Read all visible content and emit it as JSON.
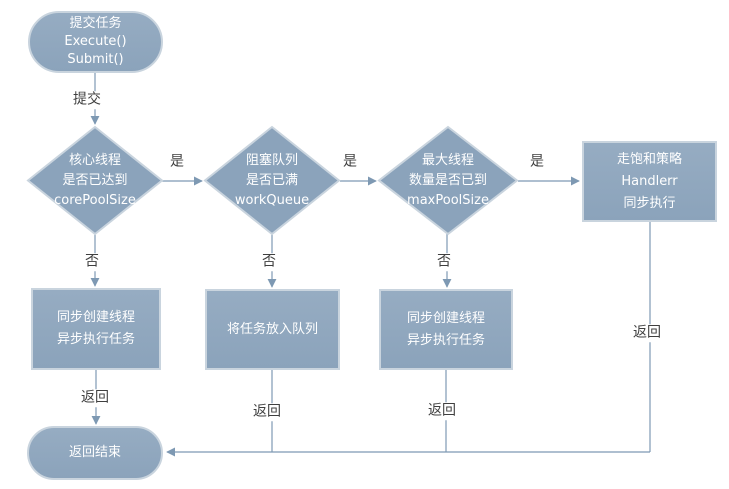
{
  "nodes": {
    "start": {
      "lines": [
        "提交任务",
        "Execute()",
        "Submit()"
      ]
    },
    "core": {
      "lines": [
        "核心线程",
        "是否已达到",
        "corePoolSize"
      ]
    },
    "queue": {
      "lines": [
        "阻塞队列",
        "是否已满",
        "workQueue"
      ]
    },
    "max": {
      "lines": [
        "最大线程",
        "数量是否已到",
        "maxPoolSize"
      ]
    },
    "saturation": {
      "lines": [
        "走饱和策略",
        "Handlerr",
        "同步执行"
      ]
    },
    "create1": {
      "lines": [
        "同步创建线程",
        "异步执行任务"
      ]
    },
    "enqueue": {
      "lines": [
        "将任务放入队列"
      ]
    },
    "create2": {
      "lines": [
        "同步创建线程",
        "异步执行任务"
      ]
    },
    "end": {
      "lines": [
        "返回结束"
      ]
    }
  },
  "edge_labels": {
    "submit": "提交",
    "yes": "是",
    "no": "否",
    "return": "返回"
  },
  "colors": {
    "shape_fill": "#8BA3BB",
    "shape_fill_light": "#96ACC2",
    "shape_border": "#C9D4DE",
    "connector": "#7E99B3",
    "label_text": "#3F3F3F",
    "shape_text": "#FFFFFF",
    "background": "#FFFFFF"
  }
}
